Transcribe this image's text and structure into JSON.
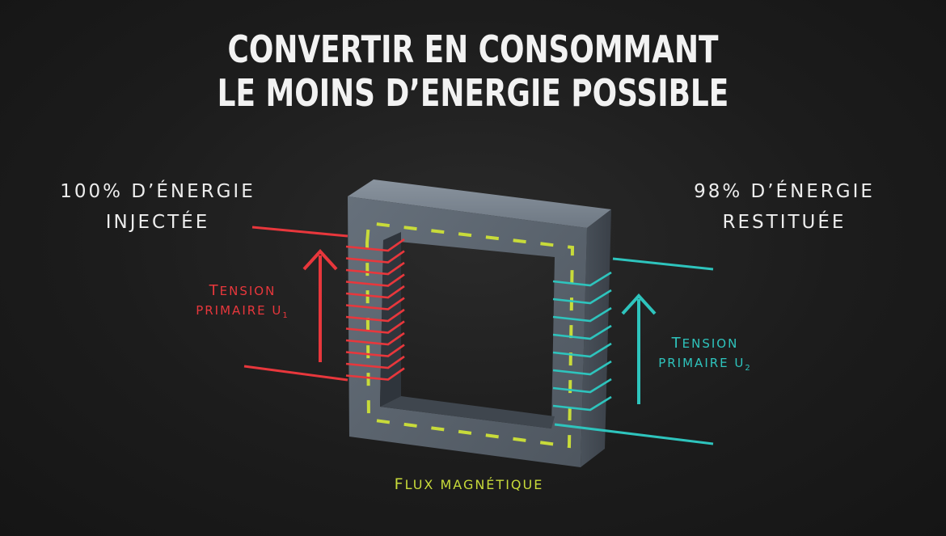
{
  "title": {
    "line1": "CONVERTIR EN CONSOMMANT",
    "line2": "LE MOINS D’ENERGIE POSSIBLE"
  },
  "input": {
    "line1": "100% D’ÉNERGIE",
    "line2": "INJECTÉE"
  },
  "output": {
    "line1": "98% D’ÉNERGIE",
    "line2": "RESTITUÉE"
  },
  "primary_voltage": {
    "first_letter": "T",
    "rest": "ENSION",
    "line2": "PRIMAIRE U",
    "subscript": "1"
  },
  "secondary_voltage": {
    "first_letter": "T",
    "rest": "ENSION",
    "line2": "PRIMAIRE U",
    "subscript": "2"
  },
  "flux": {
    "first_letter": "F",
    "rest": "LUX MAGNÉTIQUE"
  },
  "colors": {
    "background": "#1c1c1c",
    "core": "#5c6570",
    "primary_winding": "#e8373c",
    "secondary_winding": "#2ec4bd",
    "flux": "#c8db3a",
    "text": "#f2f2f2"
  }
}
